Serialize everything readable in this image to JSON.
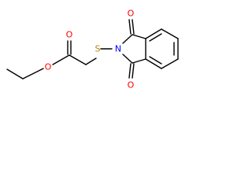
{
  "molecule": {
    "atoms": {
      "sulfur": "S",
      "nitrogen": "N",
      "oxygen_top": "O",
      "oxygen_bottom": "O",
      "oxygen_carbonyl_ester": "O",
      "oxygen_ether_ester": "O"
    },
    "colors": {
      "bond": "#000000",
      "S": "#b8860b",
      "N": "#0000ff",
      "O": "#ff0000",
      "background": "#ffffff"
    }
  }
}
